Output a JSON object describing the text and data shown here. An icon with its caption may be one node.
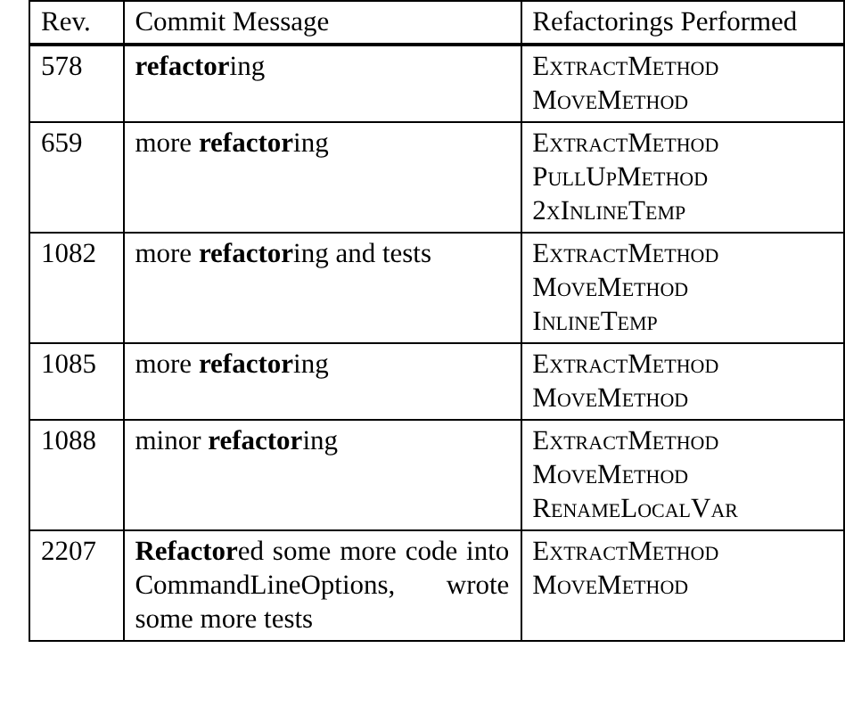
{
  "diagram": {
    "labels": [
      "Rev.",
      "Commit Message",
      "Refactorings Performed",
      "578",
      "**refactor**ing",
      "ExtractMethod",
      "MoveMethod",
      "659",
      "more **refactor**ing",
      "ExtractMethod",
      "PullUpMethod",
      "2xInlineTemp",
      "1082",
      "more **refactor**ing and tests",
      "ExtractMethod",
      "MoveMethod",
      "InlineTemp",
      "1085",
      "more **refactor**ing",
      "ExtractMethod",
      "MoveMethod",
      "1088",
      "minor **refactor**ing",
      "ExtractMethod",
      "MoveMethod",
      "RenameLocalVar",
      "2207",
      "**Refactor**ed some more code into CommandLineOptions, wrote some more tests",
      "ExtractMethod",
      "MoveMethod"
    ]
  }
}
